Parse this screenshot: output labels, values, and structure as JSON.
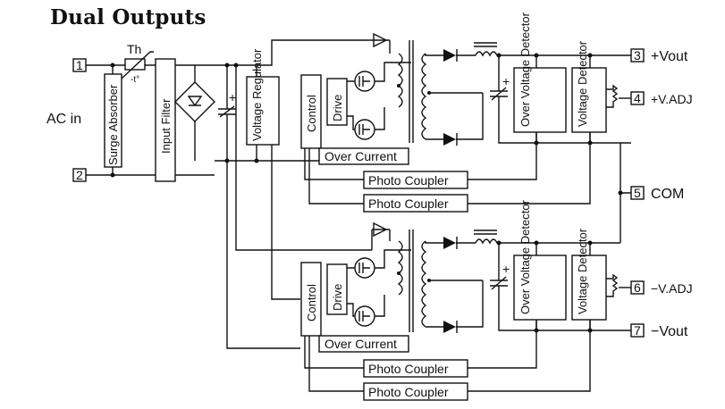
{
  "diagram": {
    "title": "Dual Outputs",
    "input_label": "AC in",
    "thermistor": {
      "label": "Th",
      "symbol": "-t°"
    },
    "blocks": {
      "surge_absorber": "Surge Absorber",
      "input_filter": "Input Filter",
      "voltage_regulator": "Voltage Regulator",
      "control": "Control",
      "drive": "Drive",
      "over_current": "Over Current",
      "photo_coupler": "Photo Coupler",
      "over_voltage_detector": "Over Voltage Detector",
      "voltage_detector": "Voltage Detector"
    },
    "plus_sign": "+",
    "terminals": [
      {
        "num": "1",
        "label": ""
      },
      {
        "num": "2",
        "label": ""
      },
      {
        "num": "3",
        "label": "+Vout"
      },
      {
        "num": "4",
        "label": "+V.ADJ"
      },
      {
        "num": "5",
        "label": "COM"
      },
      {
        "num": "6",
        "label": "−V.ADJ"
      },
      {
        "num": "7",
        "label": "−Vout"
      }
    ]
  }
}
